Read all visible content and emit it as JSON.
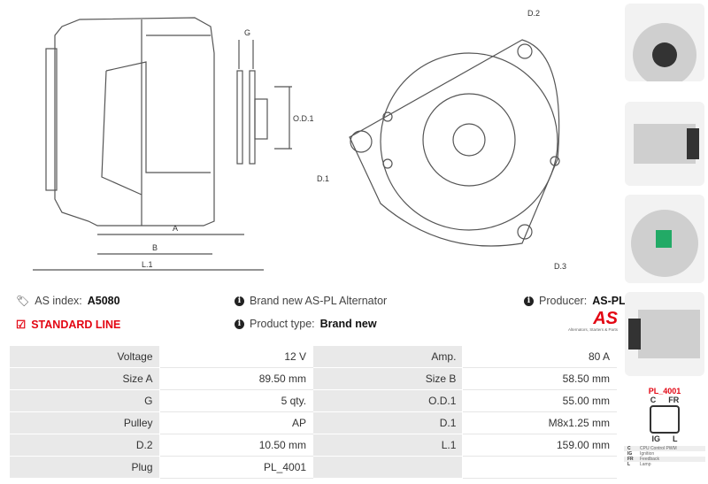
{
  "drawing": {
    "labels": {
      "g": "G",
      "od1": "O.D.1",
      "a": "A",
      "b": "B",
      "l1": "L.1",
      "d1": "D.1",
      "d2": "D.2",
      "d3": "D.3"
    }
  },
  "info": {
    "as_index_label": "AS index:",
    "as_index_value": "A5080",
    "line": "STANDARD LINE",
    "description": "Brand new AS-PL Alternator",
    "product_type_label": "Product type:",
    "product_type_value": "Brand new",
    "producer_label": "Producer:",
    "producer_value": "AS-PL",
    "logo_text": "AS",
    "logo_tagline": "Alternators, Starters & Parts"
  },
  "specs": [
    [
      "Voltage",
      "12 V",
      "Amp.",
      "80 A"
    ],
    [
      "Size A",
      "89.50 mm",
      "Size B",
      "58.50 mm"
    ],
    [
      "G",
      "5 qty.",
      "O.D.1",
      "55.00 mm"
    ],
    [
      "Pulley",
      "AP",
      "D.1",
      "M8x1.25 mm"
    ],
    [
      "D.2",
      "10.50 mm",
      "L.1",
      "159.00 mm"
    ],
    [
      "Plug",
      "PL_4001",
      "",
      ""
    ]
  ],
  "plug": {
    "title": "PL_4001",
    "pins_top": [
      "C",
      "FR"
    ],
    "pins_bottom": [
      "IG",
      "L"
    ],
    "legend": [
      [
        "C",
        "CPU Control PWM"
      ],
      [
        "IG",
        "Ignition"
      ],
      [
        "FR",
        "Feedback"
      ],
      [
        "L",
        "Lamp"
      ]
    ]
  },
  "colors": {
    "accent": "#e30613"
  }
}
